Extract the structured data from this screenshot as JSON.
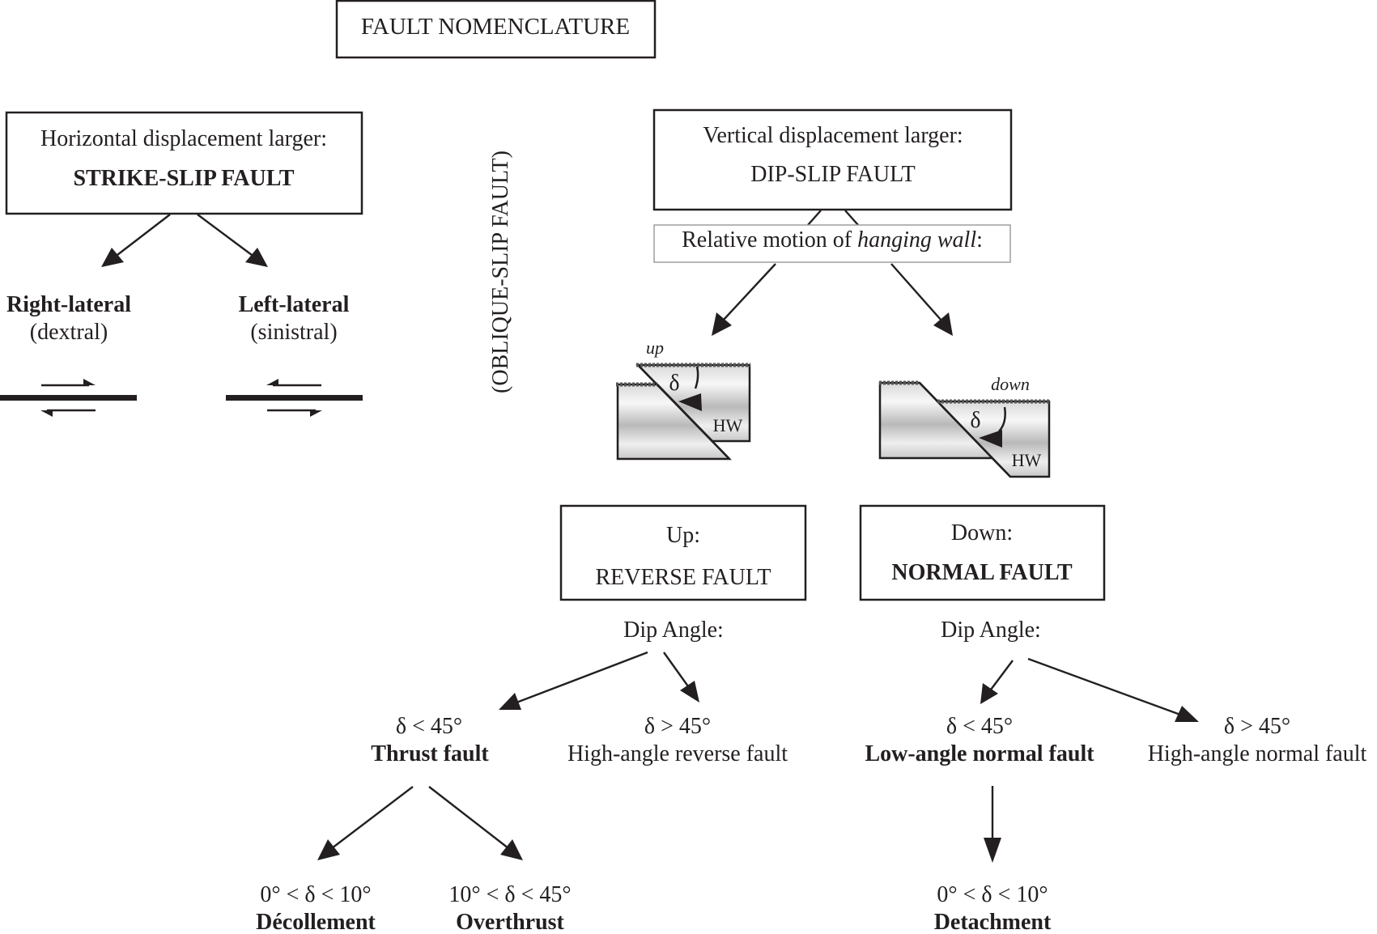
{
  "title": "FAULT NOMENCLATURE",
  "oblique_label": "(OBLIQUE-SLIP FAULT)",
  "strike_slip": {
    "heading": "Horizontal displacement larger:",
    "name": "STRIKE-SLIP FAULT",
    "children": [
      {
        "name": "Right-lateral",
        "alias": "(dextral)"
      },
      {
        "name": "Left-lateral",
        "alias": "(sinistral)"
      }
    ]
  },
  "dip_slip": {
    "heading": "Vertical displacement larger:",
    "name": "DIP-SLIP FAULT",
    "relative_motion_prefix": "Relative motion of ",
    "relative_motion_italic": "hanging wall",
    "relative_motion_suffix": ":",
    "block_up": {
      "motion_label": "up",
      "delta": "δ",
      "hw": "HW"
    },
    "block_down": {
      "motion_label": "down",
      "delta": "δ",
      "hw": "HW"
    }
  },
  "reverse": {
    "heading": "Up:",
    "name": "REVERSE FAULT",
    "dip_label": "Dip Angle:",
    "children": [
      {
        "condition": "δ < 45°",
        "name": "Thrust fault"
      },
      {
        "condition": "δ > 45°",
        "name": "High-angle reverse fault"
      }
    ],
    "thrust_children": [
      {
        "condition": "0° < δ < 10°",
        "name": "Décollement"
      },
      {
        "condition": "10° < δ < 45°",
        "name": "Overthrust"
      }
    ]
  },
  "normal": {
    "heading": "Down:",
    "name": "NORMAL FAULT",
    "dip_label": "Dip Angle:",
    "children": [
      {
        "condition": "δ < 45°",
        "name": "Low-angle normal fault"
      },
      {
        "condition": "δ > 45°",
        "name": "High-angle normal fault"
      }
    ],
    "low_angle_children": [
      {
        "condition": "0° < δ < 10°",
        "name": "Detachment"
      }
    ]
  }
}
